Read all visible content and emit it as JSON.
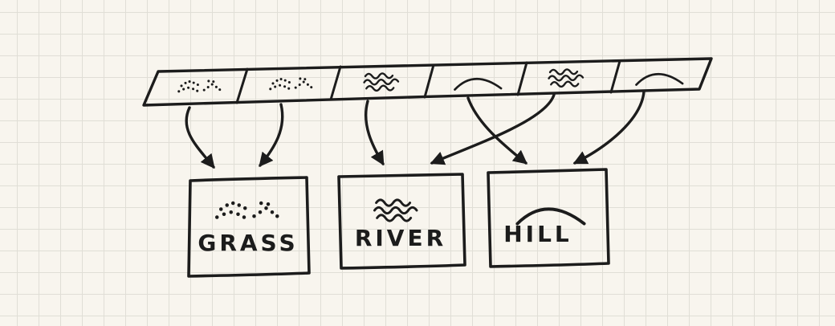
{
  "diagram": {
    "kind": "hand-drawn mapping sketch on graph paper",
    "description": "a horizontal strip of six terrain tiles with arrows mapping each tile into one of three labeled category boxes"
  },
  "strip": {
    "cells": [
      {
        "id": "cell-1",
        "glyph": "grass-dots-icon",
        "maps_to": "GRASS"
      },
      {
        "id": "cell-2",
        "glyph": "grass-dots-icon",
        "maps_to": "GRASS"
      },
      {
        "id": "cell-3",
        "glyph": "river-waves-icon",
        "maps_to": "RIVER"
      },
      {
        "id": "cell-4",
        "glyph": "hill-arc-icon",
        "maps_to": "HILL"
      },
      {
        "id": "cell-5",
        "glyph": "river-waves-icon",
        "maps_to": "RIVER"
      },
      {
        "id": "cell-6",
        "glyph": "hill-arc-icon",
        "maps_to": "HILL"
      }
    ]
  },
  "boxes": [
    {
      "label": "GRASS",
      "glyph": "grass-dots-icon"
    },
    {
      "label": "RIVER",
      "glyph": "river-waves-icon"
    },
    {
      "label": "HILL",
      "glyph": "hill-arc-icon"
    }
  ],
  "arrows": [
    {
      "from": "cell-1",
      "to": "GRASS"
    },
    {
      "from": "cell-2",
      "to": "GRASS"
    },
    {
      "from": "cell-3",
      "to": "RIVER"
    },
    {
      "from": "cell-4",
      "to": "HILL"
    },
    {
      "from": "cell-5",
      "to": "RIVER"
    },
    {
      "from": "cell-6",
      "to": "HILL"
    }
  ],
  "colors": {
    "ink": "#1c1c1c",
    "paper": "#f8f5ee",
    "grid": "#e0ded6"
  }
}
